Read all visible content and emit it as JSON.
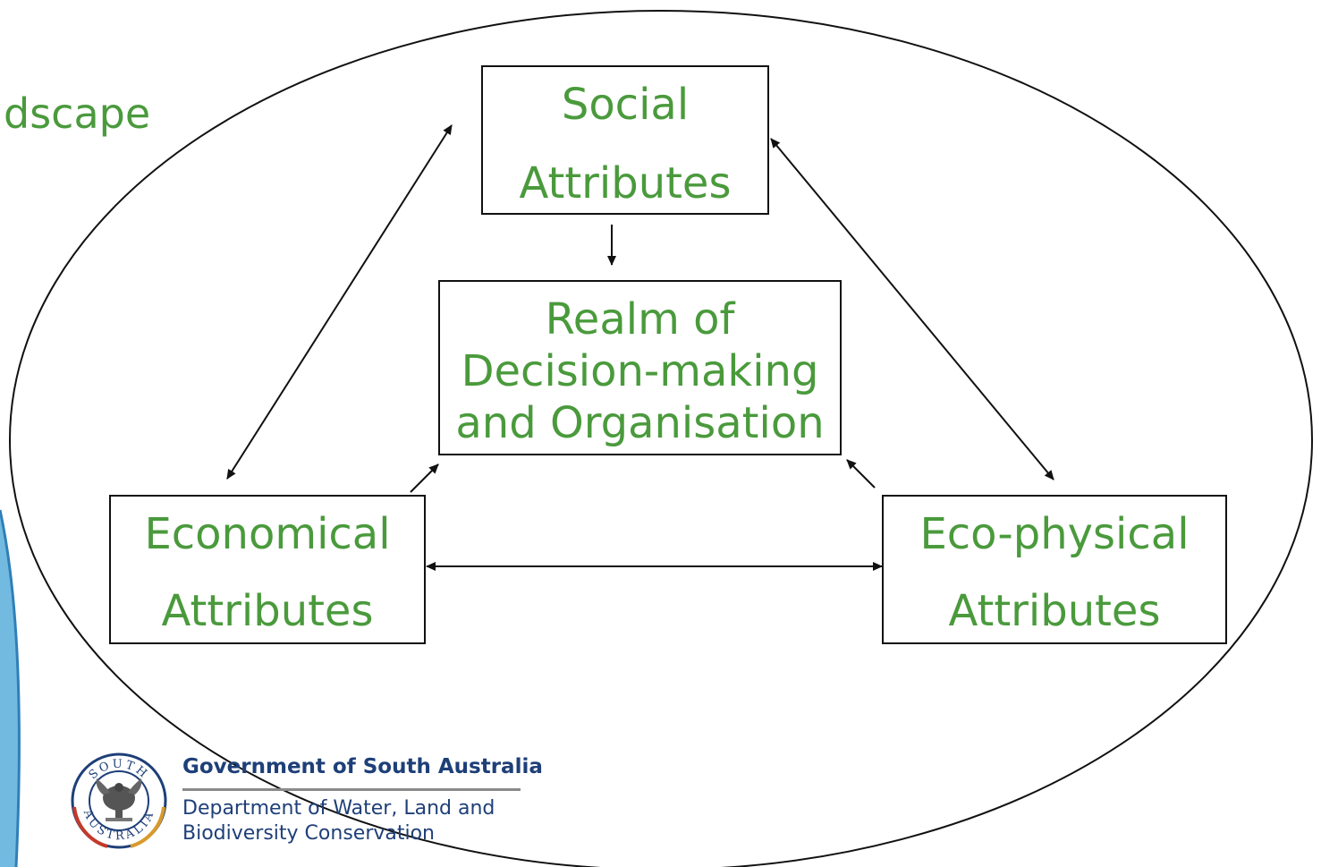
{
  "slide": {
    "partial_title": "dscape"
  },
  "nodes": {
    "social": {
      "line1": "Social",
      "line2": "Attributes"
    },
    "realm": {
      "line1": "Realm of",
      "line2": "Decision-making",
      "line3": "and Organisation"
    },
    "economical": {
      "line1": "Economical",
      "line2": "Attributes"
    },
    "ecophysical": {
      "line1": "Eco-physical",
      "line2": "Attributes"
    }
  },
  "connections": [
    {
      "from": "social",
      "to": "realm",
      "direction": "one-way"
    },
    {
      "from": "social",
      "to": "economical",
      "direction": "two-way"
    },
    {
      "from": "social",
      "to": "ecophysical",
      "direction": "two-way"
    },
    {
      "from": "economical",
      "to": "ecophysical",
      "direction": "two-way"
    },
    {
      "from": "economical",
      "to": "realm",
      "direction": "one-way"
    },
    {
      "from": "ecophysical",
      "to": "realm",
      "direction": "one-way"
    }
  ],
  "footer": {
    "government": "Government of South Australia",
    "department_line1": "Department of Water, Land and",
    "department_line2": "Biodiversity Conservation",
    "crest_text": "SOUTH AUSTRALIA"
  },
  "colors": {
    "label_green": "#4a9a3c",
    "line_black": "#111111",
    "government_blue": "#1e3f78",
    "side_arc_blue": "#5aaedc"
  }
}
